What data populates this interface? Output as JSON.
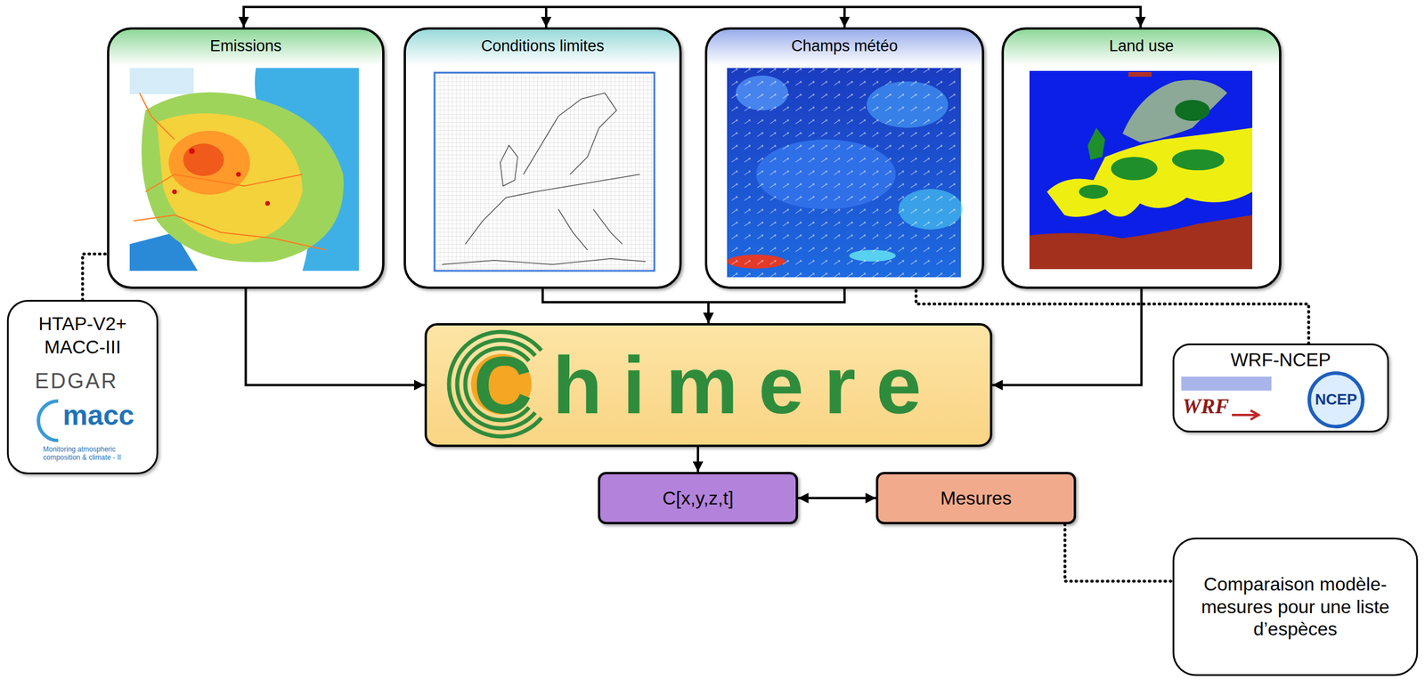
{
  "diagram": {
    "nodes": [
      {
        "text": [
          "Emissions"
        ]
      },
      {
        "text": [
          "Conditions limites"
        ]
      },
      {
        "text": [
          "Champs météo"
        ]
      },
      {
        "text": [
          "Land use"
        ]
      },
      {
        "text": [
          "HTAP-V2+",
          "MACC-III"
        ]
      },
      {
        "text": [
          "Chimere"
        ]
      },
      {
        "text": [
          "WRF-NCEP"
        ]
      },
      {
        "text": [
          "C[x,y,z,t]"
        ]
      },
      {
        "text": [
          "Mesures"
        ]
      },
      {
        "text": [
          "Comparaison modèle-mesures pour une liste d’espèces"
        ]
      }
    ],
    "edges": [
      {
        "from": 0,
        "to": 5,
        "arrow": "to"
      },
      {
        "from": 1,
        "to": 5,
        "arrow": "to"
      },
      {
        "from": 2,
        "to": 5,
        "arrow": "to"
      },
      {
        "from": 3,
        "to": 5,
        "arrow": "to"
      },
      {
        "from": 4,
        "to": 0,
        "arrow": "none"
      },
      {
        "from": 6,
        "to": 2,
        "arrow": "none"
      },
      {
        "from": 5,
        "to": 7,
        "arrow": "to"
      },
      {
        "from": 7,
        "to": 8,
        "arrow": "both"
      },
      {
        "from": 8,
        "to": 9,
        "arrow": "none"
      }
    ],
    "labels": [
      "EDGAR",
      "macc",
      "Monitoring atmospheric composition & climate - II",
      "WRF",
      "NCEP"
    ]
  }
}
